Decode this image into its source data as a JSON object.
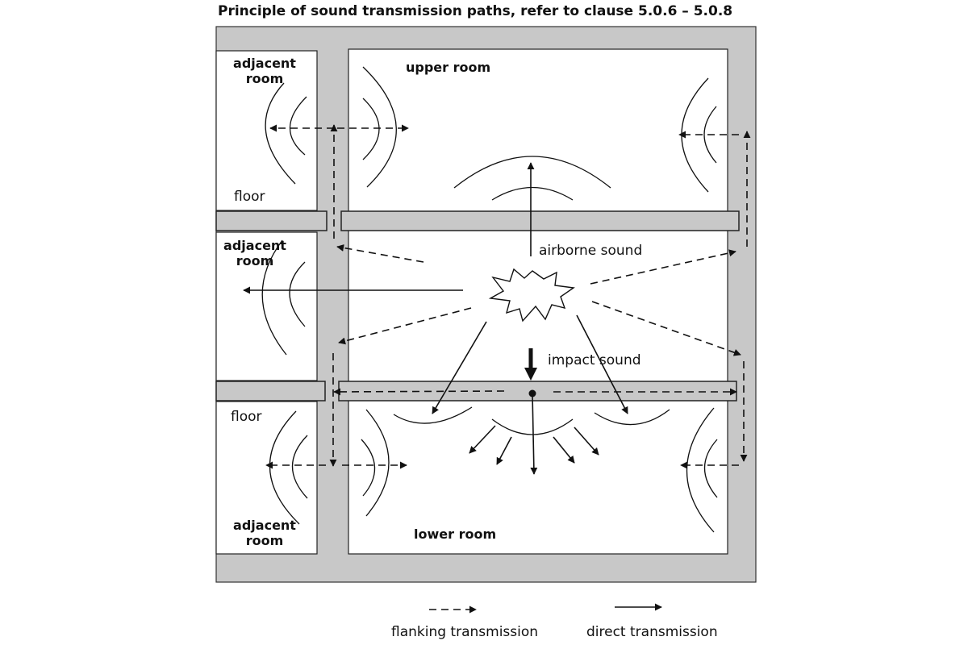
{
  "title": "Principle of sound transmission paths, refer to clause 5.0.6 – 5.0.8",
  "labels": {
    "upper_room": "upper room",
    "lower_room": "lower room",
    "adjacent_room": "adjacent room",
    "floor": "floor",
    "airborne_sound": "airborne sound",
    "impact_sound": "impact sound"
  },
  "legend": {
    "flanking": "flanking transmission",
    "direct": "direct transmission"
  }
}
